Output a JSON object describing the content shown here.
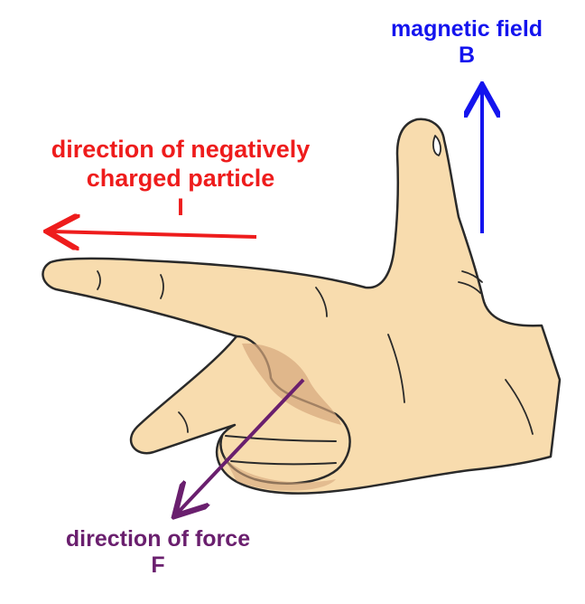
{
  "labels": {
    "magnetic_field": {
      "line1": "magnetic field",
      "symbol": "B",
      "color": "#1414ee"
    },
    "current": {
      "line1": "direction of negatively",
      "line2": "charged particle",
      "symbol": "I",
      "color": "#ee1c1c"
    },
    "force": {
      "line1": "direction of force",
      "symbol": "F",
      "color": "#6a1f6e"
    }
  },
  "colors": {
    "skin": "#f8dcae",
    "skin_shadow": "#d6a77c",
    "outline": "#2a2a2a"
  },
  "icons": {
    "hand": "left-hand-icon"
  }
}
